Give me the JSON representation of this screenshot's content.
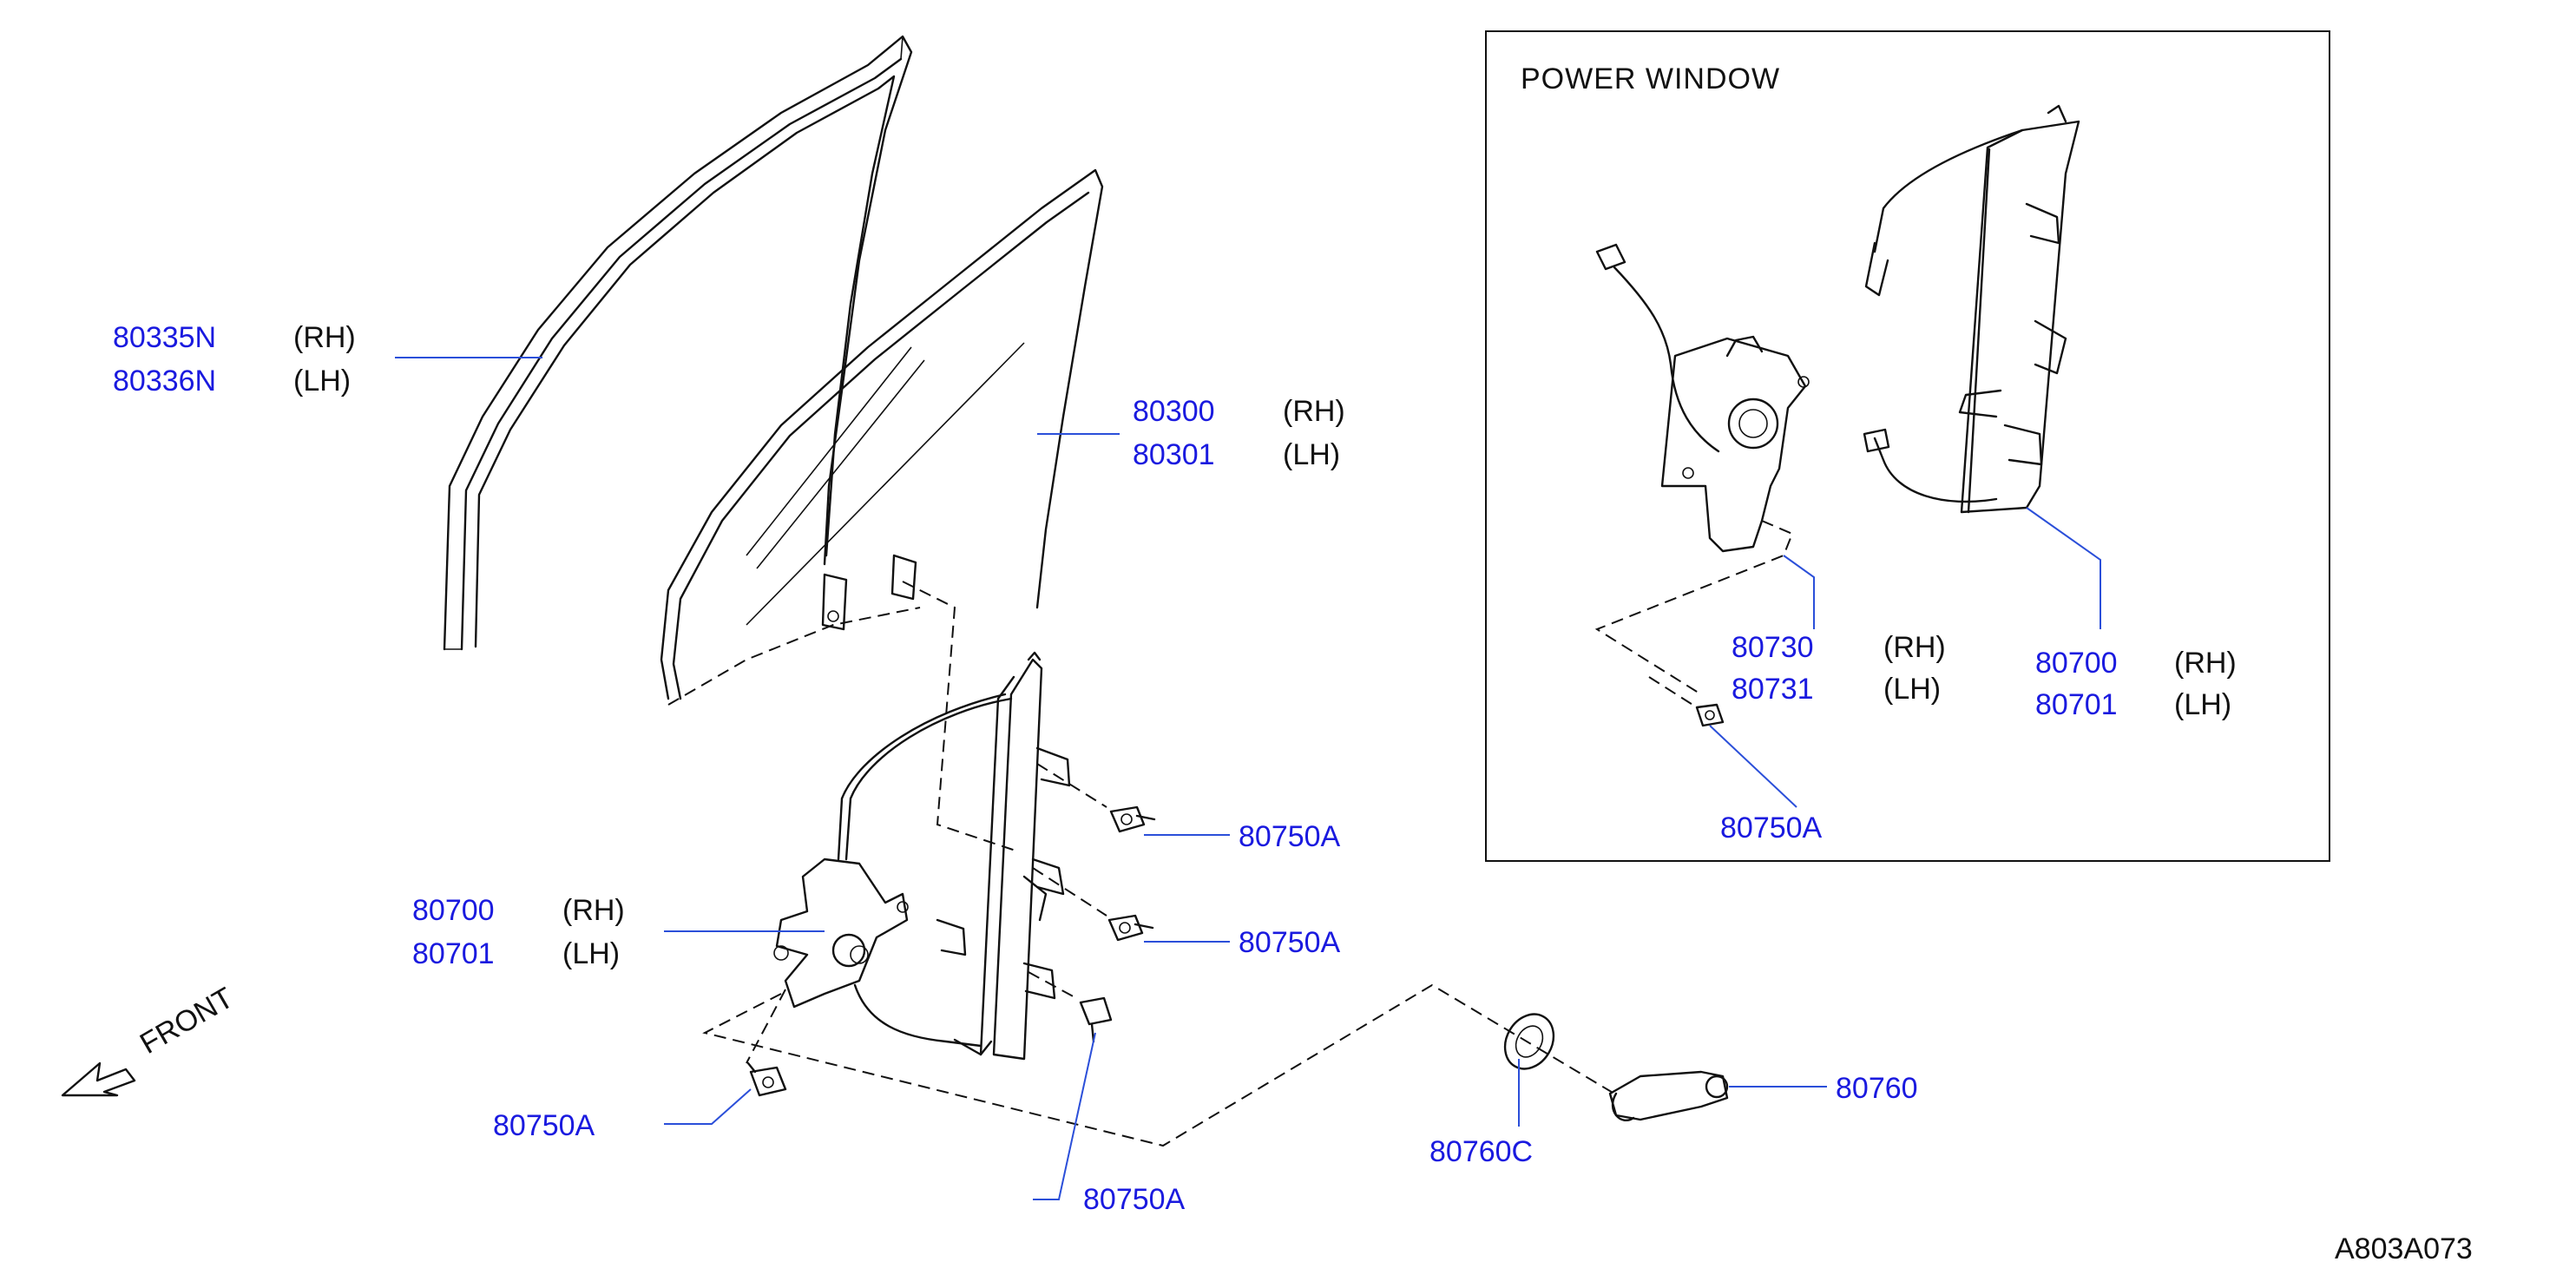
{
  "inset": {
    "title": "POWER  WINDOW",
    "callouts": [
      {
        "part": "80730",
        "side": "(RH)"
      },
      {
        "part": "80731",
        "side": "(LH)"
      },
      {
        "part": "80700",
        "side": "(RH)"
      },
      {
        "part": "80701",
        "side": "(LH)"
      },
      {
        "part": "80750A"
      }
    ]
  },
  "callouts": {
    "sash_rh": {
      "part": "80335N",
      "side": "(RH)"
    },
    "sash_lh": {
      "part": "80336N",
      "side": "(LH)"
    },
    "glass_rh": {
      "part": "80300",
      "side": "(RH)"
    },
    "glass_lh": {
      "part": "80301",
      "side": "(LH)"
    },
    "regulator_rh": {
      "part": "80700",
      "side": "(RH)"
    },
    "regulator_lh": {
      "part": "80701",
      "side": "(LH)"
    },
    "bolt_1": "80750A",
    "bolt_2": "80750A",
    "bolt_3": "80750A",
    "bolt_4": "80750A",
    "escutcheon": "80760C",
    "handle": "80760"
  },
  "front_label": "FRONT",
  "reference_code": "A803A073",
  "colors": {
    "part_number": "#1a1adf",
    "leader": "#2b4fd9",
    "linework": "#111111"
  }
}
